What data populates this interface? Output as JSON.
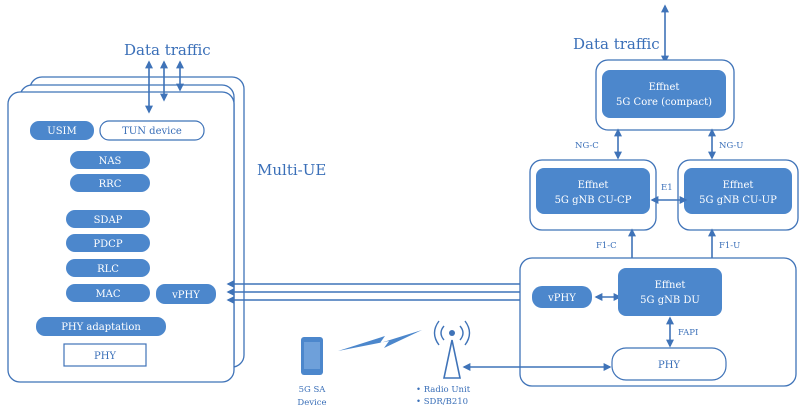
{
  "left": {
    "data_traffic": "Data traffic",
    "usim": "USIM",
    "tun": "TUN device",
    "nas": "NAS",
    "rrc": "RRC",
    "sdap": "SDAP",
    "pdcp": "PDCP",
    "rlc": "RLC",
    "mac": "MAC",
    "vphy": "vPHY",
    "phy_adapt": "PHY adaptation",
    "phy": "PHY",
    "multi_ue": "Multi-UE"
  },
  "right": {
    "data_traffic": "Data traffic",
    "core": {
      "line1": "Effnet",
      "line2": "5G Core (compact)"
    },
    "cucp": {
      "line1": "Effnet",
      "line2": "5G gNB CU-CP"
    },
    "cuup": {
      "line1": "Effnet",
      "line2": "5G gNB CU-UP"
    },
    "du": {
      "line1": "Effnet",
      "line2": "5G gNB DU"
    },
    "vphy": "vPHY",
    "phy": "PHY",
    "ngc": "NG-C",
    "ngu": "NG-U",
    "e1": "E1",
    "f1c": "F1-C",
    "f1u": "F1-U",
    "fapi": "FAPI"
  },
  "device": {
    "line1": "5G SA",
    "line2": "Device"
  },
  "radio": {
    "item1": "• Radio Unit",
    "item2": "• SDR/B210"
  }
}
